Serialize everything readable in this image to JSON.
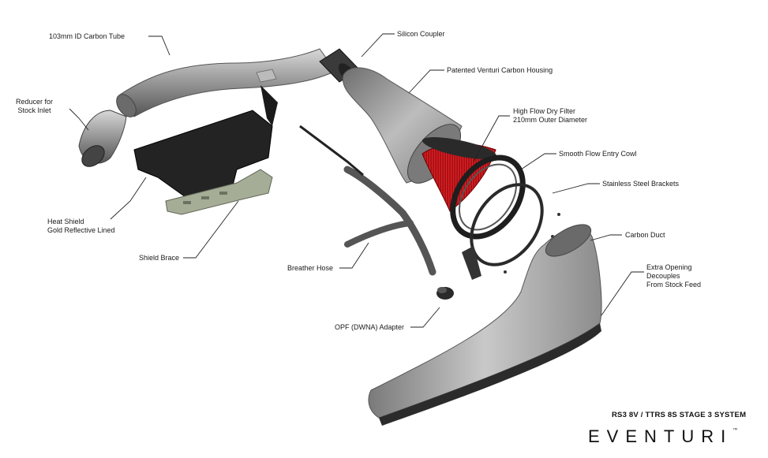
{
  "labels": {
    "carbon_tube": "103mm ID Carbon Tube",
    "silicon_coupler": "Silicon Coupler",
    "venturi_housing": "Patented Venturi Carbon Housing",
    "reducer": [
      "Reducer for",
      "Stock Inlet"
    ],
    "filter": [
      "High Flow Dry Filter",
      "210mm Outer Diameter"
    ],
    "entry_cowl": "Smooth Flow Entry Cowl",
    "brackets": "Stainless Steel Brackets",
    "heat_shield": [
      "Heat Shield",
      "Gold Reflective Lined"
    ],
    "carbon_duct": "Carbon Duct",
    "shield_brace": "Shield Brace",
    "extra_opening": [
      "Extra Opening",
      "Decouples",
      "From Stock Feed"
    ],
    "breather_hose": "Breather Hose",
    "opf_adapter": "OPF (DWNA) Adapter"
  },
  "footer": {
    "system_title": "RS3 8V / TTRS 8S STAGE 3 SYSTEM",
    "brand": "EVENTURI",
    "trademark": "™"
  },
  "colors": {
    "carbon_grey": "#9a9a9a",
    "dark_part": "#2a2a2a",
    "filter_red": "#d4161c",
    "brace_green": "#9aa28a",
    "leader_line": "#222222"
  }
}
